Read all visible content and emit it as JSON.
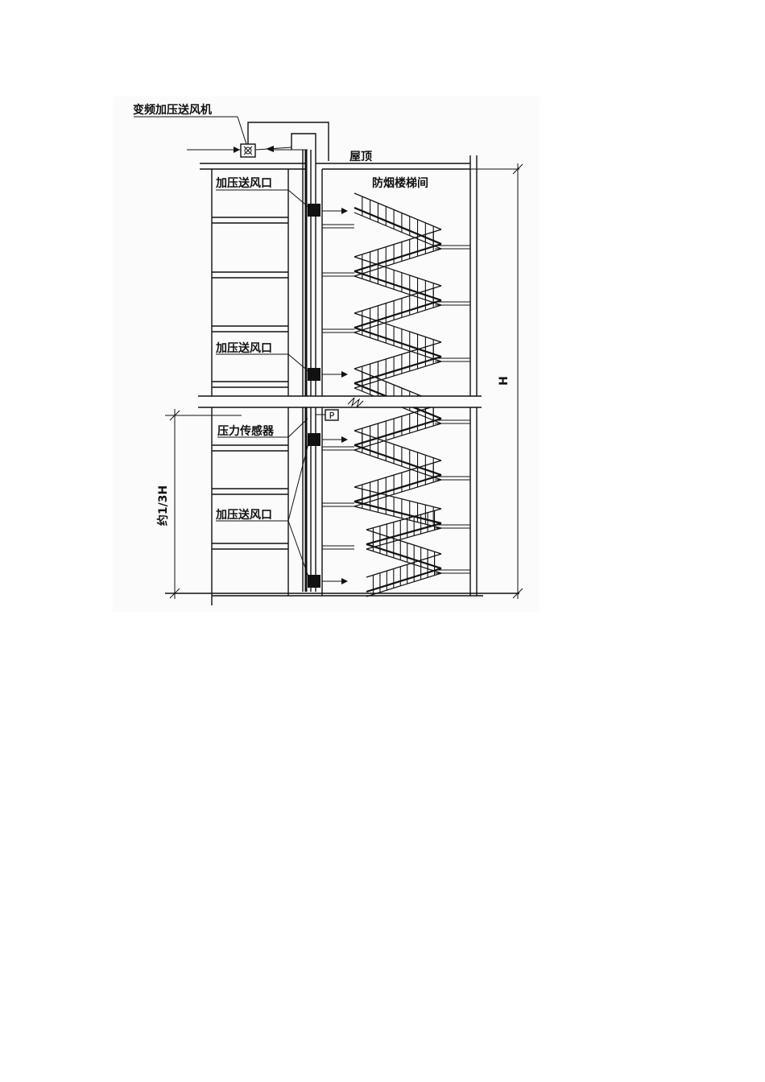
{
  "labels": {
    "fan": "变频加压送风机",
    "roof": "屋顶",
    "stairwell": "防烟楼梯间",
    "vent_top": "加压送风口",
    "vent_mid": "加压送风口",
    "sensor": "压力传感器",
    "vent_low": "加压送风口",
    "height_total": "H",
    "height_third": "约1/3H",
    "sensor_symbol": "P"
  }
}
